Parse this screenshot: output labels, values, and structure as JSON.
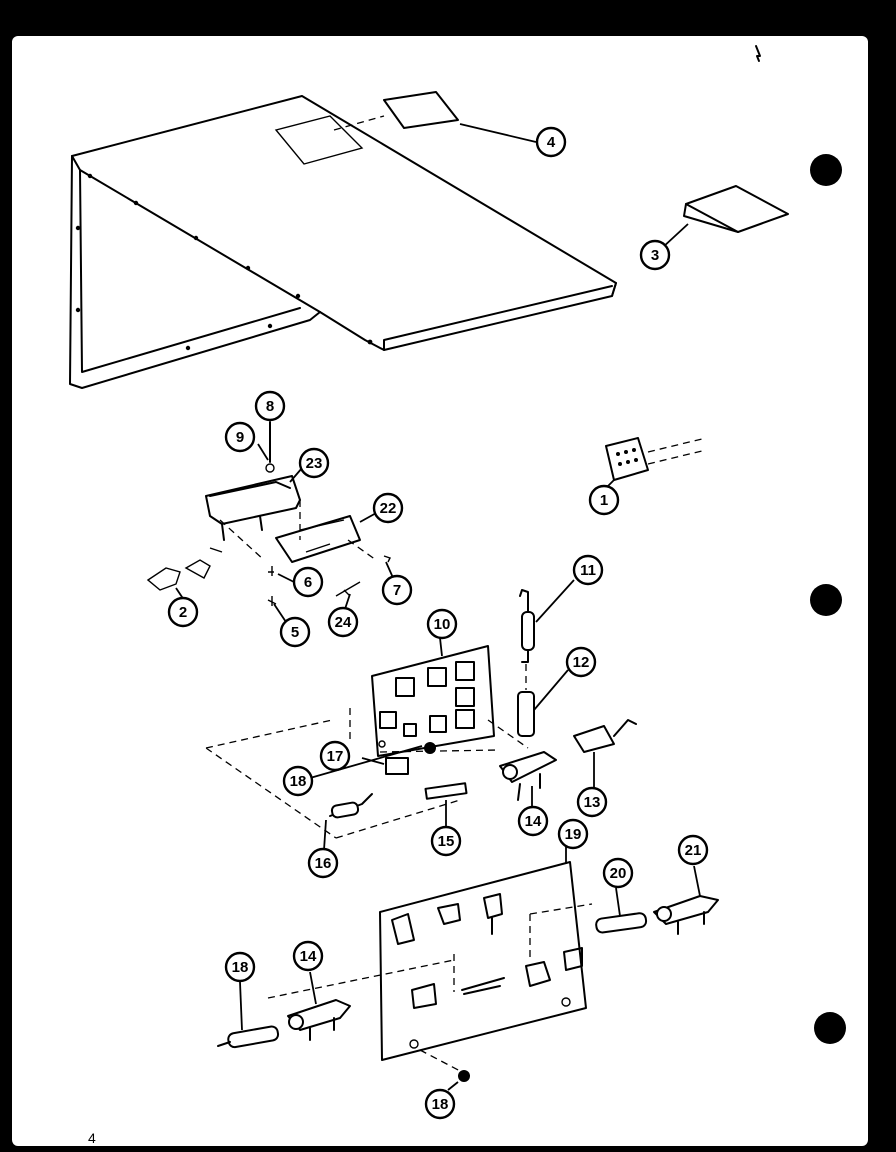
{
  "page": {
    "number": "4"
  },
  "colors": {
    "background": "#000000",
    "paper": "#ffffff",
    "ink": "#000000"
  },
  "callouts": [
    {
      "id": "c4",
      "label": "4"
    },
    {
      "id": "c3",
      "label": "3"
    },
    {
      "id": "c8",
      "label": "8"
    },
    {
      "id": "c9",
      "label": "9"
    },
    {
      "id": "c23",
      "label": "23"
    },
    {
      "id": "c22",
      "label": "22"
    },
    {
      "id": "c1",
      "label": "1"
    },
    {
      "id": "c6",
      "label": "6"
    },
    {
      "id": "c7",
      "label": "7"
    },
    {
      "id": "c2",
      "label": "2"
    },
    {
      "id": "c5",
      "label": "5"
    },
    {
      "id": "c24",
      "label": "24"
    },
    {
      "id": "c11",
      "label": "11"
    },
    {
      "id": "c10",
      "label": "10"
    },
    {
      "id": "c12",
      "label": "12"
    },
    {
      "id": "c17",
      "label": "17"
    },
    {
      "id": "c18a",
      "label": "18"
    },
    {
      "id": "c13",
      "label": "13"
    },
    {
      "id": "c14a",
      "label": "14"
    },
    {
      "id": "c15",
      "label": "15"
    },
    {
      "id": "c16",
      "label": "16"
    },
    {
      "id": "c19",
      "label": "19"
    },
    {
      "id": "c20",
      "label": "20"
    },
    {
      "id": "c21",
      "label": "21"
    },
    {
      "id": "c18b",
      "label": "18"
    },
    {
      "id": "c14b",
      "label": "14"
    },
    {
      "id": "c18c",
      "label": "18"
    }
  ]
}
